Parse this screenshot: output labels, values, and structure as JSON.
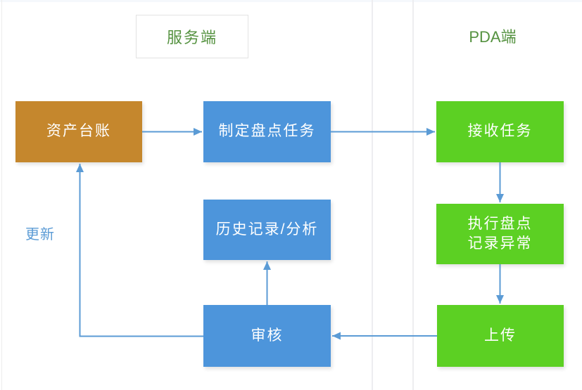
{
  "lanes": {
    "server_label": "服务端",
    "pda_label": "PDA端"
  },
  "nodes": [
    {
      "id": "asset-ledger",
      "label": "资产台账",
      "color": "#C5872D"
    },
    {
      "id": "plan-task",
      "label": "制定盘点任务",
      "color": "#4D95DB"
    },
    {
      "id": "receive-task",
      "label": "接收任务",
      "color": "#5CD023"
    },
    {
      "id": "history-analysis",
      "label": "历史记录/分析",
      "color": "#4D95DB"
    },
    {
      "id": "execute-count",
      "label": "执行盘点\n记录异常",
      "color": "#5CD023"
    },
    {
      "id": "review",
      "label": "审核",
      "color": "#4D95DB"
    },
    {
      "id": "upload",
      "label": "上传",
      "color": "#5CD023"
    }
  ],
  "edges": [
    {
      "from": "资产台账",
      "to": "制定盘点任务",
      "label": ""
    },
    {
      "from": "制定盘点任务",
      "to": "接收任务",
      "label": ""
    },
    {
      "from": "接收任务",
      "to": "执行盘点记录异常",
      "label": ""
    },
    {
      "from": "执行盘点记录异常",
      "to": "上传",
      "label": ""
    },
    {
      "from": "上传",
      "to": "审核",
      "label": ""
    },
    {
      "from": "审核",
      "to": "历史记录/分析",
      "label": ""
    },
    {
      "from": "审核",
      "to": "资产台账",
      "label": "更新"
    }
  ],
  "edge_label_update": "更新",
  "colors": {
    "node_orange": "#C5872D",
    "node_blue": "#4D95DB",
    "node_green": "#5CD023",
    "arrow": "#5B9BD5",
    "lane_text_green": "#559240",
    "divider_gray": "#EDEDF0"
  }
}
